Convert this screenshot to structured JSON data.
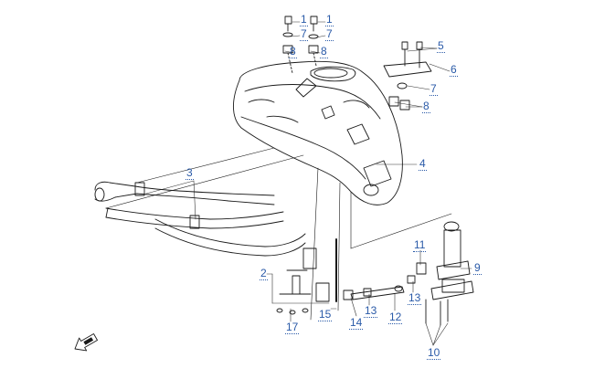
{
  "diagram": {
    "callouts": [
      {
        "id": "c1a",
        "label": "1"
      },
      {
        "id": "c1b",
        "label": "1"
      },
      {
        "id": "c7a",
        "label": "7"
      },
      {
        "id": "c7b",
        "label": "7"
      },
      {
        "id": "c8a",
        "label": "8"
      },
      {
        "id": "c8b",
        "label": "8"
      },
      {
        "id": "c5",
        "label": "5"
      },
      {
        "id": "c6",
        "label": "6"
      },
      {
        "id": "c7c",
        "label": "7"
      },
      {
        "id": "c8c",
        "label": "8"
      },
      {
        "id": "c4",
        "label": "4"
      },
      {
        "id": "c3",
        "label": "3"
      },
      {
        "id": "c9",
        "label": "9"
      },
      {
        "id": "c11",
        "label": "11"
      },
      {
        "id": "c13a",
        "label": "13"
      },
      {
        "id": "c13b",
        "label": "13"
      },
      {
        "id": "c12",
        "label": "12"
      },
      {
        "id": "c14",
        "label": "14"
      },
      {
        "id": "c15",
        "label": "15"
      },
      {
        "id": "c2",
        "label": "2"
      },
      {
        "id": "c17",
        "label": "17"
      },
      {
        "id": "c10",
        "label": "10"
      }
    ],
    "icons": {
      "front_arrow": "front-direction-arrow-icon"
    },
    "colors": {
      "callout_text": "#2a5aa8",
      "line_art": "#1a1a1a"
    }
  }
}
